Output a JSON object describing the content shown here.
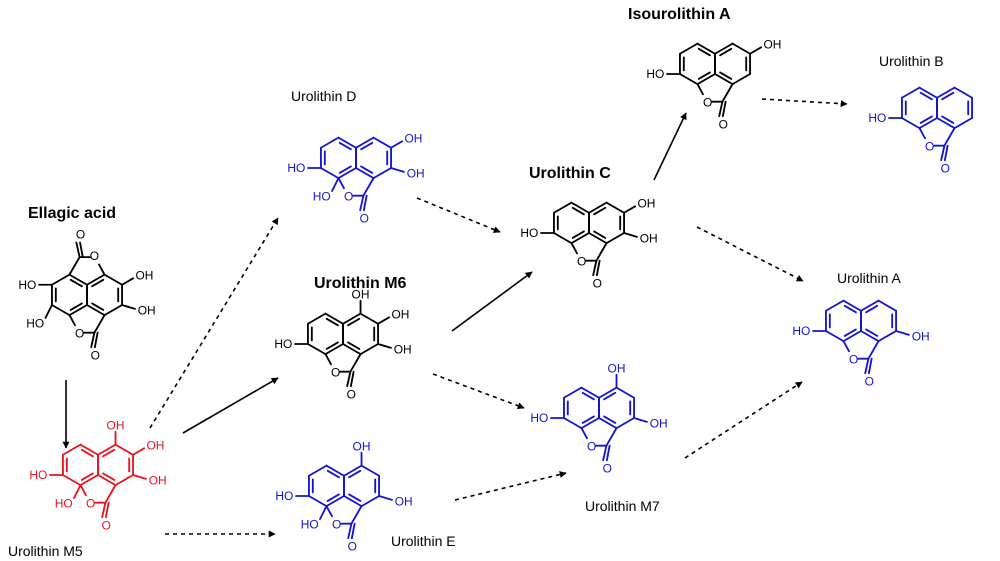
{
  "colors": {
    "black": "#000000",
    "blue": "#1414d2",
    "red": "#e8141e"
  },
  "arrow_styles": [
    "solid",
    "dashed"
  ],
  "labels": {
    "ellagic_acid": "Ellagic acid",
    "urolithin_m5": "Urolithin M5",
    "urolithin_d": "Urolithin D",
    "urolithin_m6": "Urolithin M6",
    "urolithin_e": "Urolithin E",
    "urolithin_c": "Urolithin C",
    "urolithin_m7": "Urolithin M7",
    "isourolithin_a": "Isourolithin A",
    "urolithin_b": "Urolithin B",
    "urolithin_a": "Urolithin A"
  },
  "atoms": {
    "hydroxyl": "OH",
    "hydroxyl_left": "HO",
    "oxygen": "O"
  },
  "molecules": [
    {
      "id": "ellagic_acid",
      "color": "black",
      "skeleton": "ellagic",
      "oh": [
        "L3",
        "L4",
        "R2",
        "R3"
      ]
    },
    {
      "id": "urolithin_m5",
      "color": "red",
      "skeleton": "urolithin",
      "oh": [
        "L3",
        "L4",
        "R1",
        "R2",
        "R3"
      ]
    },
    {
      "id": "urolithin_d",
      "color": "blue",
      "skeleton": "urolithin",
      "oh": [
        "L3",
        "L4",
        "R2",
        "R3"
      ]
    },
    {
      "id": "urolithin_m6",
      "color": "black",
      "skeleton": "urolithin",
      "oh": [
        "L3",
        "R1",
        "R2",
        "R3"
      ]
    },
    {
      "id": "urolithin_e",
      "color": "blue",
      "skeleton": "urolithin",
      "oh": [
        "L3",
        "L4",
        "R1",
        "R3"
      ]
    },
    {
      "id": "urolithin_c",
      "color": "black",
      "skeleton": "urolithin",
      "oh": [
        "L3",
        "R2",
        "R3"
      ]
    },
    {
      "id": "urolithin_m7",
      "color": "blue",
      "skeleton": "urolithin",
      "oh": [
        "L3",
        "R1",
        "R3"
      ]
    },
    {
      "id": "isourolithin_a",
      "color": "black",
      "skeleton": "urolithin",
      "oh": [
        "L3",
        "R2"
      ]
    },
    {
      "id": "urolithin_b",
      "color": "blue",
      "skeleton": "urolithin",
      "oh": [
        "L3"
      ]
    },
    {
      "id": "urolithin_a",
      "color": "blue",
      "skeleton": "urolithin",
      "oh": [
        "L3",
        "R3"
      ]
    }
  ],
  "arrows": [
    {
      "from": "ellagic_acid",
      "to": "urolithin_m5",
      "style": "solid"
    },
    {
      "from": "urolithin_m5",
      "to": "urolithin_d",
      "style": "dashed"
    },
    {
      "from": "urolithin_m5",
      "to": "urolithin_m6",
      "style": "solid"
    },
    {
      "from": "urolithin_m5",
      "to": "urolithin_e",
      "style": "dashed"
    },
    {
      "from": "urolithin_d",
      "to": "urolithin_c",
      "style": "dashed"
    },
    {
      "from": "urolithin_m6",
      "to": "urolithin_c",
      "style": "solid"
    },
    {
      "from": "urolithin_m6",
      "to": "urolithin_m7",
      "style": "dashed"
    },
    {
      "from": "urolithin_e",
      "to": "urolithin_m7",
      "style": "dashed"
    },
    {
      "from": "urolithin_c",
      "to": "isourolithin_a",
      "style": "solid"
    },
    {
      "from": "urolithin_c",
      "to": "urolithin_a",
      "style": "dashed"
    },
    {
      "from": "isourolithin_a",
      "to": "urolithin_b",
      "style": "dashed"
    },
    {
      "from": "urolithin_m7",
      "to": "urolithin_a",
      "style": "dashed"
    }
  ]
}
